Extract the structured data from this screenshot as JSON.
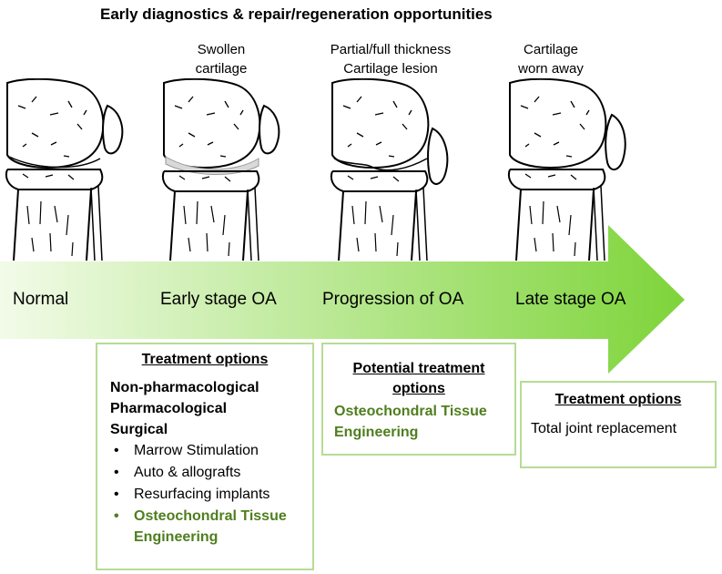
{
  "title": "Early diagnostics & repair/regeneration opportunities",
  "stages": [
    {
      "label": "Normal",
      "caption": []
    },
    {
      "label": "Early stage OA",
      "caption": [
        "Swollen",
        "cartilage"
      ]
    },
    {
      "label": "Progression of OA",
      "caption": [
        "Partial/full thickness",
        "Cartilage lesion"
      ]
    },
    {
      "label": "Late stage OA",
      "caption": [
        "Cartilage",
        "worn away"
      ]
    }
  ],
  "boxes": {
    "early": {
      "heading": "Treatment options",
      "items": [
        "Non-pharmacological",
        "Pharmacological",
        "Surgical"
      ],
      "bullets": [
        "Marrow Stimulation",
        "Auto & allografts",
        "Resurfacing implants",
        "Osteochondral Tissue Engineering"
      ],
      "bullet_glyph": "•"
    },
    "progression": {
      "heading_lines": [
        "Potential treatment",
        "options"
      ],
      "highlight_lines": [
        "Osteochondral Tissue",
        "Engineering"
      ]
    },
    "late": {
      "heading": "Treatment options",
      "text": "Total joint replacement"
    }
  },
  "colors": {
    "arrow_light": "#f2fbe8",
    "arrow_dark": "#7ed43a",
    "box_border": "#b6dc94",
    "highlight_text": "#4f7e1e",
    "cartilage_swollen": "#d9d9d9"
  },
  "icons": [
    "knee-joint-normal-icon",
    "knee-joint-swollen-icon",
    "knee-joint-lesion-icon",
    "knee-joint-worn-icon"
  ]
}
